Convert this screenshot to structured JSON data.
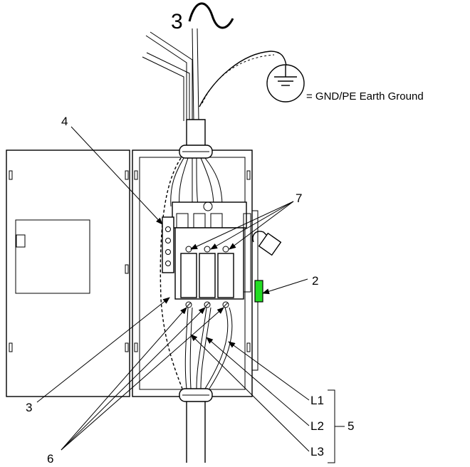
{
  "supply": {
    "phase_count": "3",
    "ac_symbol": "ac-sine-symbol"
  },
  "ground_legend": "= GND/PE Earth Ground",
  "callouts": {
    "c2": "2",
    "c3": "3",
    "c4": "4",
    "c5": "5",
    "c6": "6",
    "c7": "7"
  },
  "lines": [
    "L1",
    "L2",
    "L3"
  ],
  "colors": {
    "indicator_green": "#22dd22",
    "stroke": "#000000"
  },
  "icons": [
    "ground-symbol-icon",
    "padlock-icon",
    "ac-sine-symbol"
  ]
}
